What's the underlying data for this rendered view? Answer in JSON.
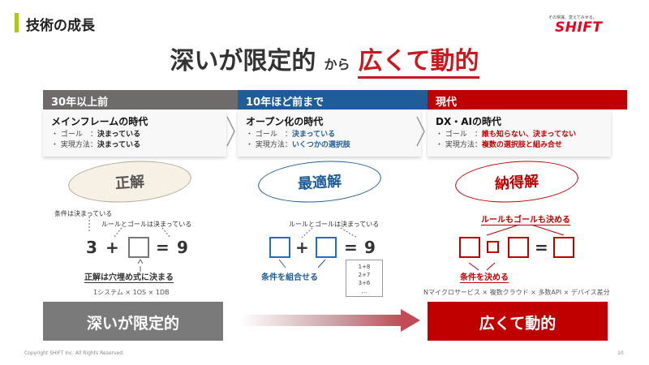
{
  "header": {
    "title": "技術の成長"
  },
  "logo": {
    "tagline": "その常識、変えてみせる。",
    "name": "SHIFT"
  },
  "headline": {
    "part1": "深いが限定的",
    "connector": "から",
    "part2": "広くて動的"
  },
  "columns": [
    {
      "period": "30年以上前",
      "era": "メインフレームの時代",
      "bullets": [
        {
          "label": "・ ゴール　：",
          "value": "決まっている"
        },
        {
          "label": "・ 実現方法：",
          "value": "決まっている"
        }
      ],
      "concept": "正解",
      "color": "#6f6b6b"
    },
    {
      "period": "10年ほど前まで",
      "era": "オープン化の時代",
      "bullets": [
        {
          "label": "・ ゴール　：",
          "value": "決まっている"
        },
        {
          "label": "・ 実現方法：",
          "value": "いくつかの選択肢"
        }
      ],
      "concept": "最適解",
      "color": "#1f5d9a"
    },
    {
      "period": "現代",
      "era": "DX・AIの時代",
      "bullets": [
        {
          "label": "・ ゴール　：",
          "value": "誰も知らない、決まってない"
        },
        {
          "label": "・ 実現方法：",
          "value": "複数の選択肢と組み合せ"
        }
      ],
      "concept": "納得解",
      "color": "#c00000"
    }
  ],
  "diagram1": {
    "note_condition": "条件は決まっている",
    "note_rule": "ルールとゴールは決まっている",
    "lhs": "3",
    "plus": "+",
    "equals": "=",
    "rhs": "9",
    "caption": "正解は穴埋め式に決まる",
    "example": "1システム × 1OS × 1DB"
  },
  "diagram2": {
    "note_rule": "ルールとゴールは決まっている",
    "plus": "+",
    "equals": "=",
    "rhs": "9",
    "caption": "条件を組合せる",
    "options": [
      "1+8",
      "2+7",
      "3+6",
      "…"
    ]
  },
  "diagram3": {
    "note_rule": "ルールもゴールも決める",
    "equals": "=",
    "caption": "条件を決める",
    "example": "Nマイクロサービス × 複数クラウド × 多数API × デバイス差分"
  },
  "bottom": {
    "left": "深いが限定的",
    "right": "広くて動的"
  },
  "footer": {
    "copyright": "Copyright SHIFT Inc. All Rights Reserved.",
    "page": "10"
  }
}
